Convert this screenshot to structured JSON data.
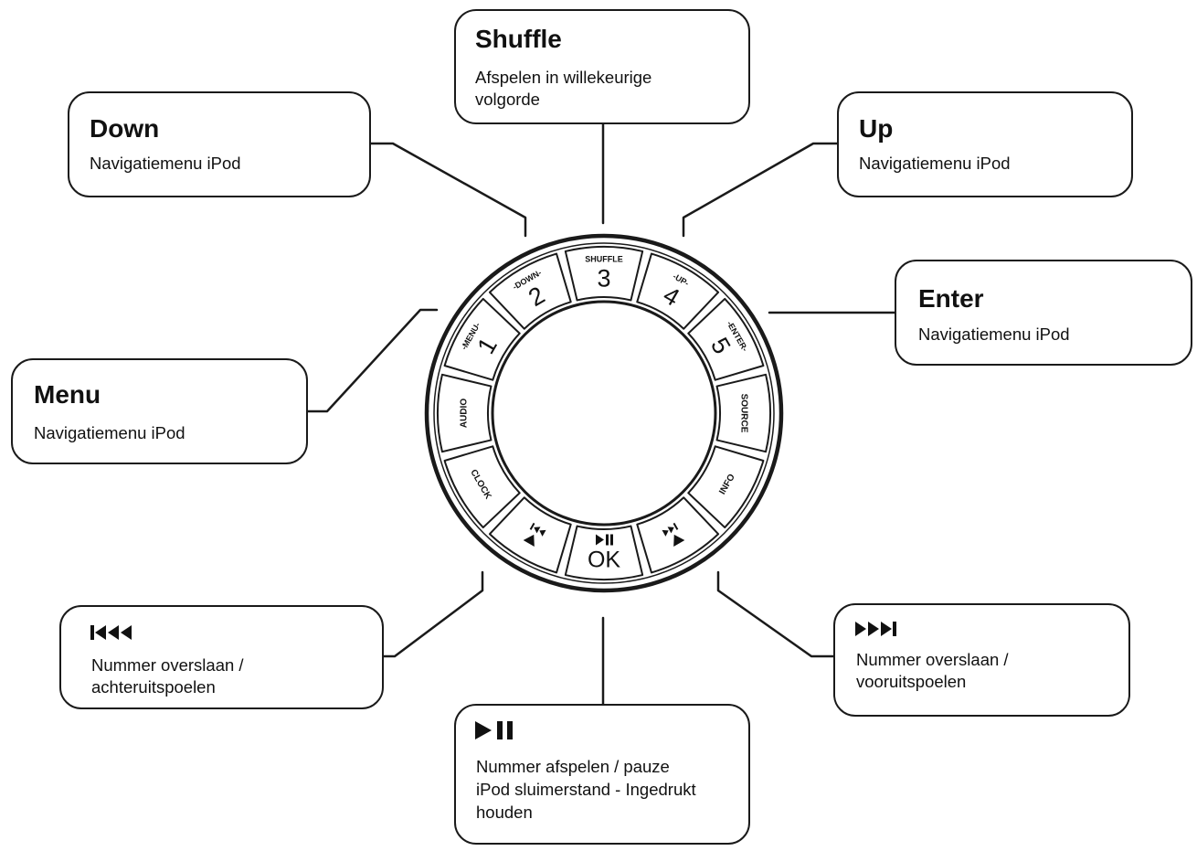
{
  "callouts": {
    "shuffle": {
      "title": "Shuffle",
      "description": "Afspelen in willekeurige\nvolgorde"
    },
    "down": {
      "title": "Down",
      "description": "Navigatiemenu iPod"
    },
    "up": {
      "title": "Up",
      "description": "Navigatiemenu iPod"
    },
    "enter": {
      "title": "Enter",
      "description": "Navigatiemenu iPod"
    },
    "menu": {
      "title": "Menu",
      "description": "Navigatiemenu iPod"
    },
    "prev": {
      "icon": "skip-back-icon",
      "description": "Nummer overslaan /\nachteruitspoelen"
    },
    "next": {
      "icon": "skip-forward-icon",
      "description": "Nummer overslaan /\nvooruitspoelen"
    },
    "play": {
      "icon": "play-pause-icon",
      "description": "Nummer afspelen / pauze\niPod sluimerstand - Ingedrukt\nhouden"
    }
  },
  "dial": {
    "buttons": [
      {
        "key": "menu",
        "label": "-MENU-",
        "digit": "1"
      },
      {
        "key": "down",
        "label": "-DOWN-",
        "digit": "2"
      },
      {
        "key": "shuffle",
        "label": "SHUFFLE",
        "digit": "3"
      },
      {
        "key": "up",
        "label": "-UP-",
        "digit": "4"
      },
      {
        "key": "enter",
        "label": "-ENTER-",
        "digit": "5"
      },
      {
        "key": "source",
        "label": "SOURCE"
      },
      {
        "key": "info",
        "label": "INFO"
      },
      {
        "key": "next",
        "icon": "skip-forward-icon"
      },
      {
        "key": "ok",
        "label": "OK",
        "icon": "play-pause-icon"
      },
      {
        "key": "prev",
        "icon": "skip-back-icon"
      },
      {
        "key": "clock",
        "label": "CLOCK"
      },
      {
        "key": "audio",
        "label": "AUDIO"
      }
    ]
  }
}
